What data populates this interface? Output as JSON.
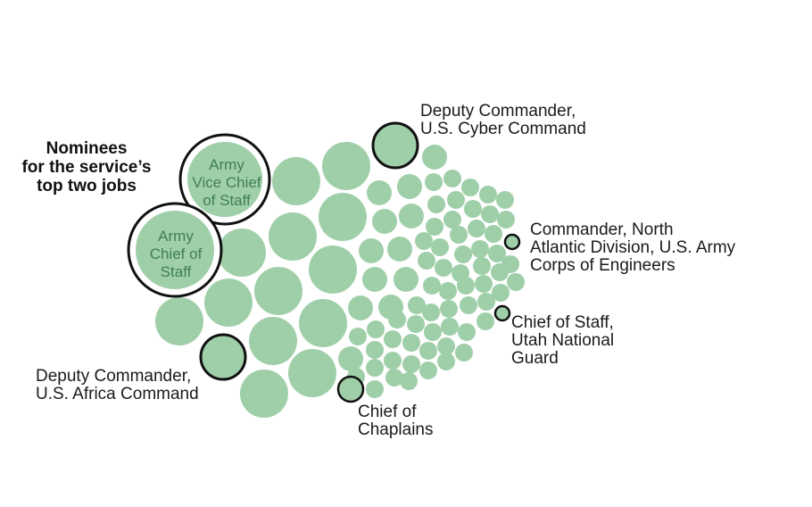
{
  "colors": {
    "circle_fill": "#9fcfa9",
    "outline": "#111111",
    "inner_text": "#3f7f55",
    "label_text": "#1a1a1a"
  },
  "nominees_label": [
    "Nominees",
    "for the service’s",
    "top two jobs"
  ],
  "nominee_circles": [
    {
      "id": "vice-chief",
      "lines": [
        "Army",
        "Vice Chief",
        "of Staff"
      ]
    },
    {
      "id": "chief",
      "lines": [
        "Army",
        "Chief of",
        "Staff"
      ]
    }
  ],
  "callouts": [
    {
      "id": "deputy-cyber",
      "lines": [
        "Deputy Commander,",
        "U.S. Cyber Command"
      ]
    },
    {
      "id": "north-atlantic",
      "lines": [
        "Commander, North",
        "Atlantic Division, U.S. Army",
        "Corps of Engineers"
      ]
    },
    {
      "id": "utah-guard",
      "lines": [
        "Chief of Staff,",
        "Utah National",
        "Guard"
      ]
    },
    {
      "id": "chaplains",
      "lines": [
        "Chief of",
        "Chaplains"
      ]
    },
    {
      "id": "deputy-africa",
      "lines": [
        "Deputy Commander,",
        "U.S. Africa Command"
      ]
    }
  ]
}
